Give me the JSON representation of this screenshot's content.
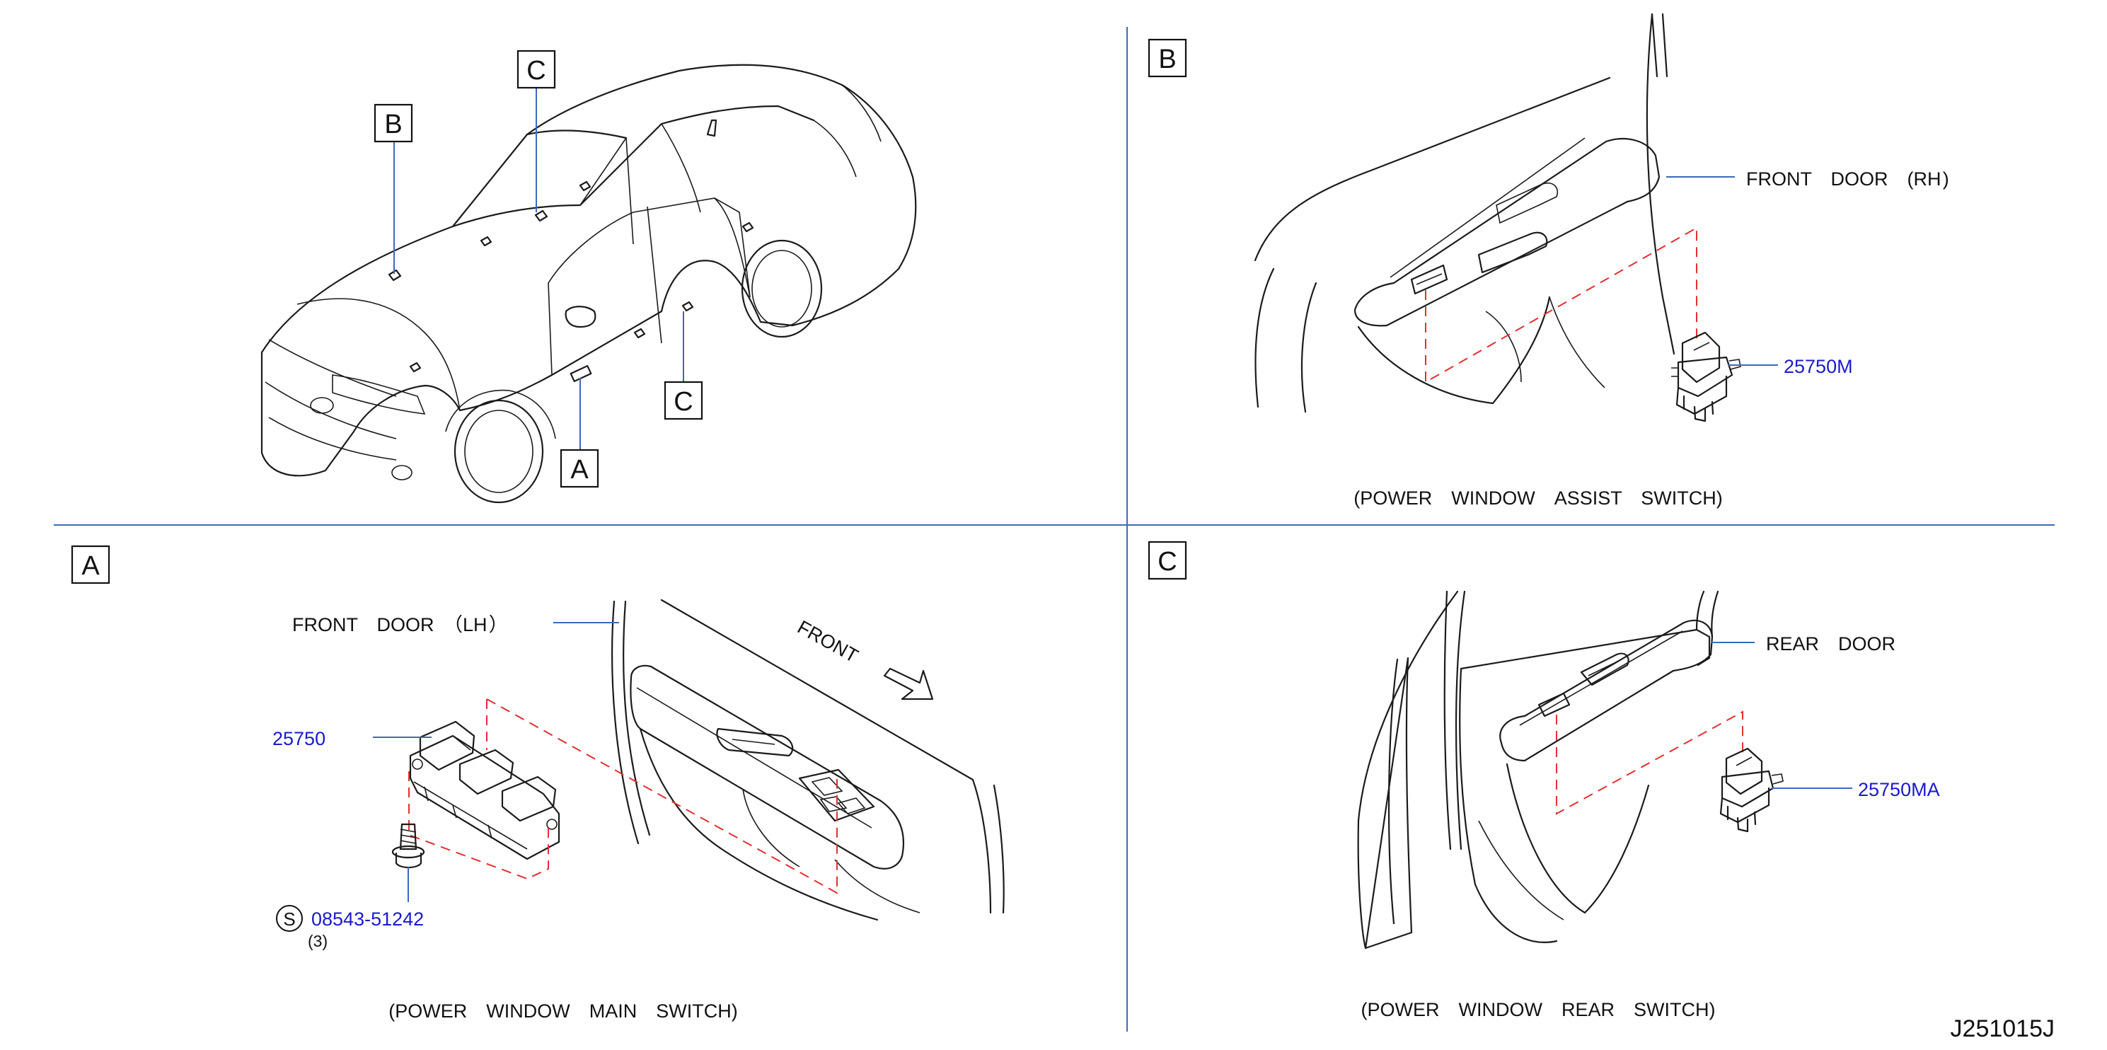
{
  "callouts": {
    "overview_b": "B",
    "overview_c_top": "C",
    "overview_c_side": "C",
    "overview_a": "A",
    "panel_b": "B",
    "panel_a": "A",
    "panel_c": "C"
  },
  "panel_b": {
    "location": "FRONT　DOOR　(RH )",
    "part_number": "25750M",
    "caption": "(POWER　WINDOW　ASSIST　SWITCH)"
  },
  "panel_a": {
    "location": "FRONT　DOOR　（LH ）",
    "direction": "FRONT",
    "part_number": "25750",
    "screw_symbol": "S",
    "screw_part_number": "08543-51242",
    "screw_quantity": "(3)",
    "caption": "(POWER　WINDOW　MAIN　SWITCH)"
  },
  "panel_c": {
    "location": "REAR　DOOR",
    "part_number": "25750MA",
    "caption": "(POWER　WINDOW　REAR　SWITCH)"
  },
  "diagram_id": "J251015J",
  "colors": {
    "leader": "#3d6ab8",
    "part_number": "#1a1acc",
    "dashed_guide": "#e23030",
    "ink": "#1b1b1b"
  }
}
